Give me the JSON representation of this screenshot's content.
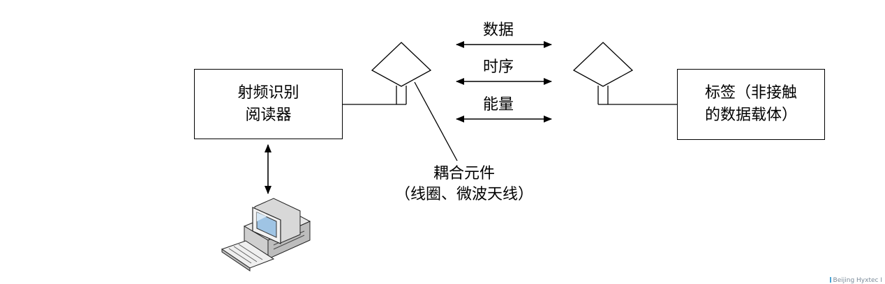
{
  "reader": {
    "line1": "射频识别",
    "line2": "阅读器"
  },
  "tag": {
    "line1": "标签（非接触",
    "line2": "的数据载体）"
  },
  "flows": [
    {
      "label": "数据"
    },
    {
      "label": "时序"
    },
    {
      "label": "能量"
    }
  ],
  "coupling": {
    "line1": "耦合元件",
    "line2": "（线圈、微波天线）"
  },
  "computer": {
    "icon": "desktop-computer-icon"
  },
  "watermark": {
    "text": "Beijing Hyxtec I"
  }
}
